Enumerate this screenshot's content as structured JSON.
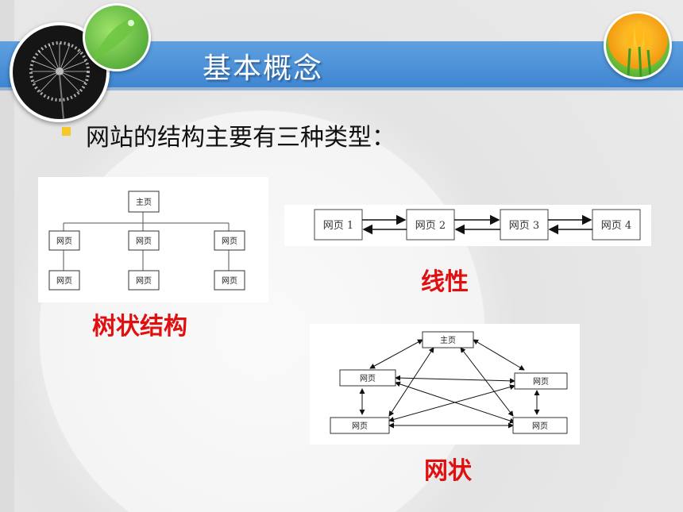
{
  "slide": {
    "title": "基本概念",
    "bullet": "网站的结构主要有三种类型："
  },
  "colors": {
    "header": "#4a8fd8",
    "bullet": "#f6c72b",
    "caption": "#e01010"
  },
  "tree": {
    "caption": "树状结构",
    "root": "主页",
    "level1": [
      "网页",
      "网页",
      "网页"
    ],
    "level2": [
      "网页",
      "网页",
      "网页"
    ]
  },
  "linear": {
    "caption": "线性",
    "nodes": [
      "网页 1",
      "网页 2",
      "网页 3",
      "网页 4"
    ]
  },
  "mesh": {
    "caption": "网状",
    "top": "主页",
    "left_mid": "网页",
    "right_mid": "网页",
    "left_bottom": "网页",
    "right_bottom": "网页"
  }
}
